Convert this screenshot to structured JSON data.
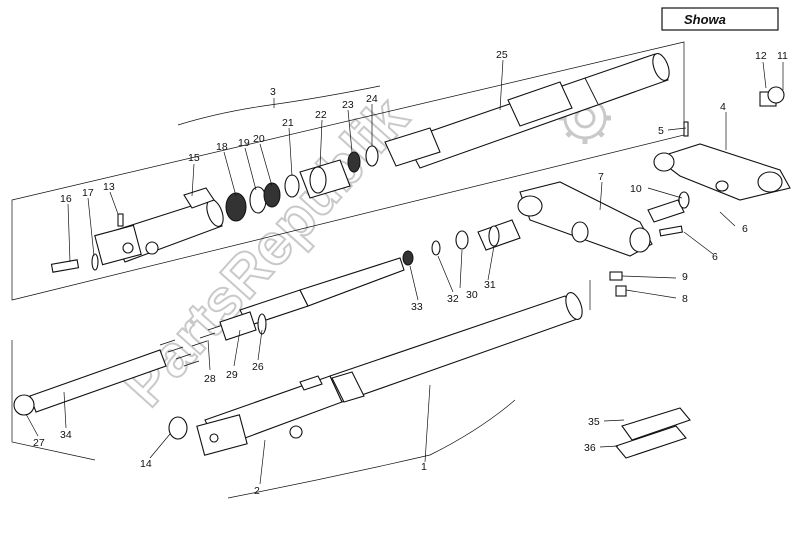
{
  "brand_label": "Showa",
  "watermark": "PartsRepublik",
  "callouts": [
    "1",
    "2",
    "3",
    "4",
    "5",
    "6",
    "6",
    "7",
    "8",
    "9",
    "10",
    "11",
    "12",
    "13",
    "14",
    "15",
    "16",
    "17",
    "18",
    "19",
    "20",
    "21",
    "22",
    "23",
    "24",
    "25",
    "26",
    "27",
    "28",
    "29",
    "30",
    "31",
    "32",
    "33",
    "34",
    "35",
    "36"
  ]
}
